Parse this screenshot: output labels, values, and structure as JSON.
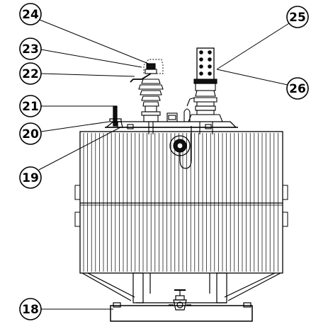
{
  "callouts": [
    {
      "id": "callout-24",
      "label": "24"
    },
    {
      "id": "callout-23",
      "label": "23"
    },
    {
      "id": "callout-22",
      "label": "22"
    },
    {
      "id": "callout-21",
      "label": "21"
    },
    {
      "id": "callout-20",
      "label": "20"
    },
    {
      "id": "callout-19",
      "label": "19"
    },
    {
      "id": "callout-18",
      "label": "18"
    },
    {
      "id": "callout-25",
      "label": "25"
    },
    {
      "id": "callout-26",
      "label": "26"
    }
  ],
  "colors": {
    "line": "#000000",
    "background": "#ffffff",
    "fill_dark": "#111111"
  }
}
